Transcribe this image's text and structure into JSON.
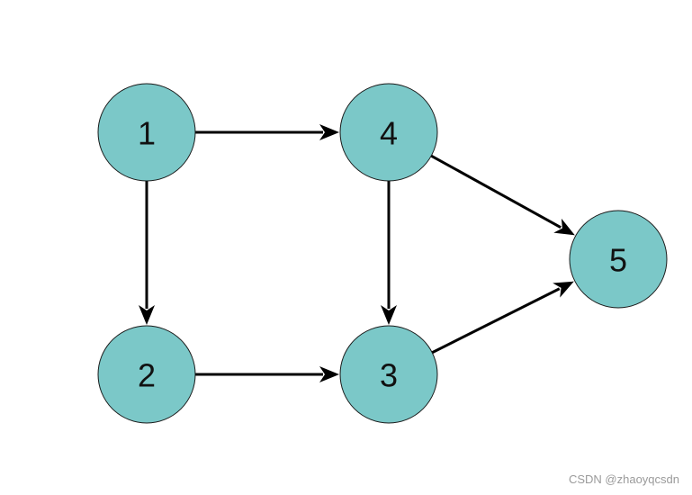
{
  "diagram": {
    "type": "directed-graph",
    "node_color": "#7bc8c8",
    "node_border_color": "#1a1a1a",
    "edge_color": "#000000",
    "nodes": [
      {
        "id": "1",
        "label": "1"
      },
      {
        "id": "2",
        "label": "2"
      },
      {
        "id": "3",
        "label": "3"
      },
      {
        "id": "4",
        "label": "4"
      },
      {
        "id": "5",
        "label": "5"
      }
    ],
    "edges": [
      {
        "from": "1",
        "to": "4"
      },
      {
        "from": "1",
        "to": "2"
      },
      {
        "from": "2",
        "to": "3"
      },
      {
        "from": "4",
        "to": "3"
      },
      {
        "from": "4",
        "to": "5"
      },
      {
        "from": "3",
        "to": "5"
      }
    ]
  },
  "watermark": "CSDN @zhaoyqcsdn"
}
